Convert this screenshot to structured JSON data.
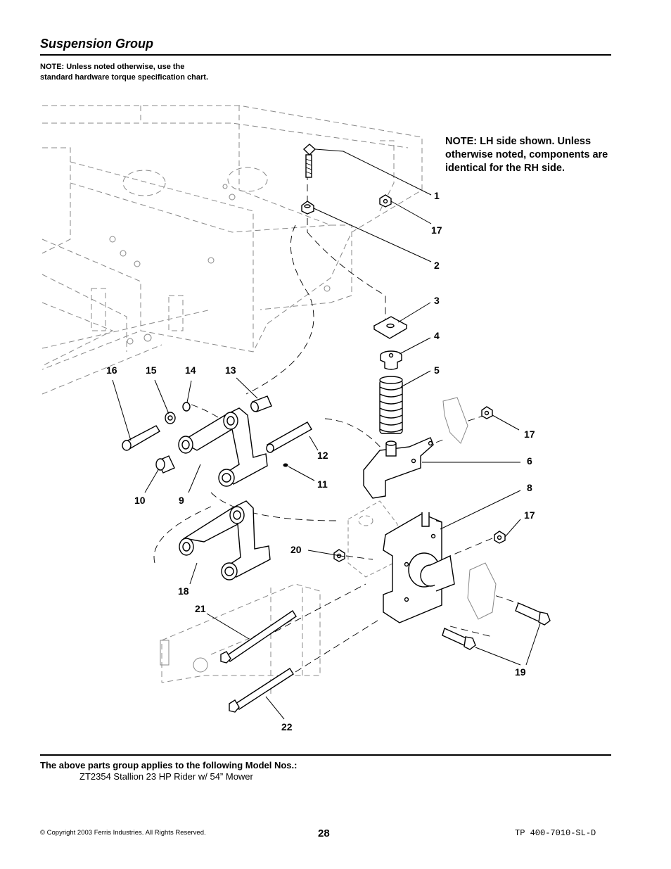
{
  "header": {
    "title": "Suspension Group",
    "note": "NOTE: Unless noted otherwise, use the standard hardware torque specification chart."
  },
  "diagram": {
    "side_note": "NOTE: LH side shown.  Unless otherwise noted, components are identical for the RH side.",
    "callouts": [
      "1",
      "17",
      "2",
      "3",
      "4",
      "5",
      "16",
      "15",
      "14",
      "13",
      "17",
      "6",
      "12",
      "11",
      "10",
      "9",
      "8",
      "17",
      "20",
      "18",
      "21",
      "19",
      "22"
    ]
  },
  "footer": {
    "applies_heading": "The above parts group applies to the following Model Nos.:",
    "model": "ZT2354  Stallion 23 HP Rider w/ 54” Mower",
    "copyright": "© Copyright 2003 Ferris Industries. All Rights Reserved.",
    "page_number": "28",
    "doc_number": "TP 400-7010-SL-D"
  }
}
